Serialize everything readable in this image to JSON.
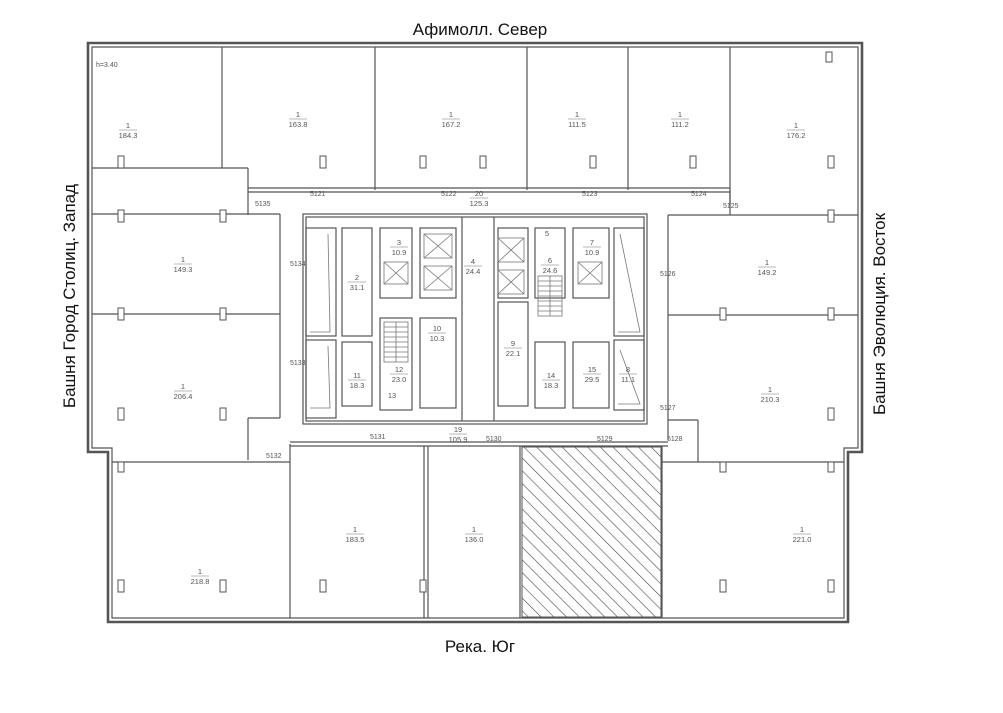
{
  "orientation": {
    "north": "Афимолл. Север",
    "south": "Река. Юг",
    "west": "Башня Город Столиц. Запад",
    "east": "Башня Эволюция. Восток"
  },
  "height_note": "h=3.40",
  "rooms": [
    {
      "num": "1",
      "area": "184.3"
    },
    {
      "num": "1",
      "area": "163.8"
    },
    {
      "num": "1",
      "area": "167.2"
    },
    {
      "num": "1",
      "area": "111.5"
    },
    {
      "num": "1",
      "area": "111.2"
    },
    {
      "num": "1",
      "area": "176.2"
    },
    {
      "num": "1",
      "area": "149.3"
    },
    {
      "num": "1",
      "area": "206.4"
    },
    {
      "num": "1",
      "area": "218.8"
    },
    {
      "num": "1",
      "area": "183.5"
    },
    {
      "num": "1",
      "area": "136.0"
    },
    {
      "num": "1",
      "area": "221.0"
    },
    {
      "num": "1",
      "area": "210.3"
    },
    {
      "num": "1",
      "area": "149.2"
    },
    {
      "num": "20",
      "area": "125.3"
    },
    {
      "num": "19",
      "area": "105.9"
    },
    {
      "num": "2",
      "area": "31.1"
    },
    {
      "num": "3",
      "area": "10.9"
    },
    {
      "num": "4",
      "area": "24.4"
    },
    {
      "num": "5",
      "area": ""
    },
    {
      "num": "6",
      "area": "24.6"
    },
    {
      "num": "7",
      "area": "10.9"
    },
    {
      "num": "8",
      "area": "11.1"
    },
    {
      "num": "9",
      "area": "22.1"
    },
    {
      "num": "10",
      "area": "10.3"
    },
    {
      "num": "11",
      "area": "18.3"
    },
    {
      "num": "12",
      "area": "23.0"
    },
    {
      "num": "13",
      "area": ""
    },
    {
      "num": "14",
      "area": "18.3"
    },
    {
      "num": "15",
      "area": "29.5"
    }
  ],
  "axis_codes": [
    "5121",
    "5122",
    "5123",
    "5124",
    "5125",
    "5126",
    "5127",
    "5128",
    "5129",
    "5130",
    "5131",
    "5132",
    "5133",
    "5134",
    "5135"
  ]
}
